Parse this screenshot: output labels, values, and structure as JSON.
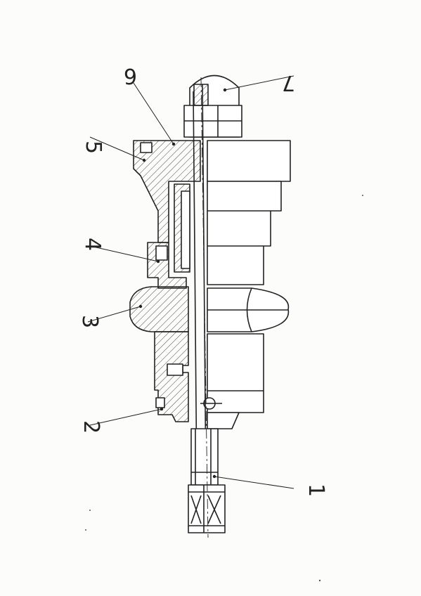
{
  "drawing": {
    "callouts": [
      {
        "id": "1",
        "text": "1"
      },
      {
        "id": "2",
        "text": "2"
      },
      {
        "id": "3",
        "text": "3"
      },
      {
        "id": "4",
        "text": "4"
      },
      {
        "id": "5",
        "text": "5"
      },
      {
        "id": "6",
        "text": "6"
      },
      {
        "id": "7",
        "text": "7"
      }
    ]
  }
}
